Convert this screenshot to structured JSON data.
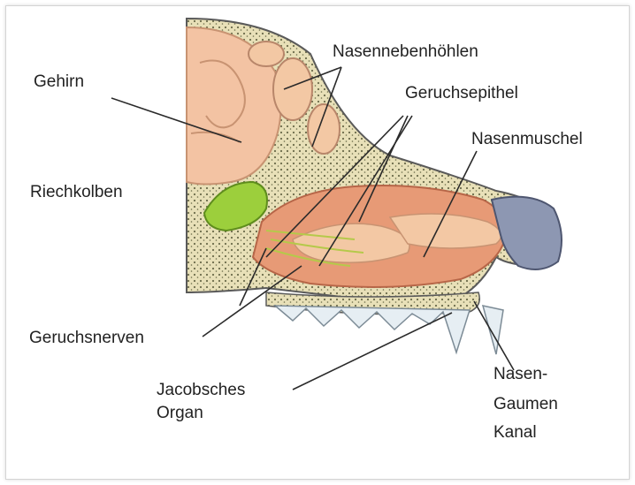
{
  "labels": {
    "gehirn": "Gehirn",
    "riechkolben": "Riechkolben",
    "nasennebenhoehlen": "Nasennebenhöhlen",
    "geruchsepithel": "Geruchsepithel",
    "nasenmuschel": "Nasenmuschel",
    "geruchsnerven": "Geruchsnerven",
    "jacobsches_organ_line1": "Jacobsches",
    "jacobsches_organ_line2": "Organ",
    "nasen_gaumen_line1": "Nasen-",
    "nasen_gaumen_line2": "Gaumen",
    "nasen_gaumen_line3": "Kanal"
  },
  "colors": {
    "bone": "#e8e0b8",
    "bone_dots": "#6b6b4a",
    "brain": "#f3c3a3",
    "bulb": "#9ccf3c",
    "nasal_cavity": "#e79a76",
    "turbinate": "#f3c8a4",
    "nose": "#8d97b2",
    "teeth": "#e6eef3",
    "leader_line": "#2a2a2a"
  }
}
